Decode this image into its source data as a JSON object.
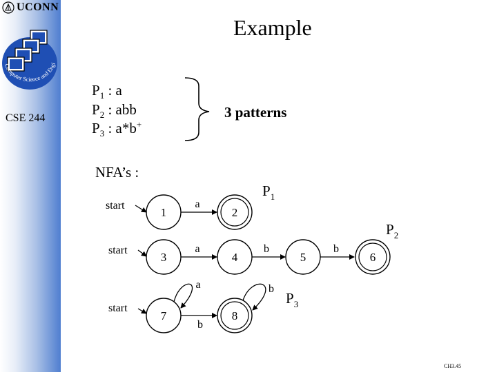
{
  "header": {
    "brand": "UCONN",
    "course": "CSE 244"
  },
  "logo": {
    "caption": "Computer Science and Engineering",
    "icon": "stacked-windows-icon"
  },
  "slide": {
    "title": "Example",
    "patterns": [
      {
        "name": "P",
        "sub": "1",
        "rest": " : a",
        "sup": ""
      },
      {
        "name": "P",
        "sub": "2",
        "rest": " : abb",
        "sup": ""
      },
      {
        "name": "P",
        "sub": "3",
        "rest": " : a*b",
        "sup": "+"
      }
    ],
    "patterns_label": "3 patterns",
    "nfa_heading": "NFA’s :",
    "slide_number": "CH3.45"
  },
  "nfa": {
    "start_label": "start",
    "p1": {
      "name": "P",
      "sub": "1"
    },
    "p2": {
      "name": "P",
      "sub": "2"
    },
    "p3": {
      "name": "P",
      "sub": "3"
    },
    "state_labels": [
      "1",
      "2",
      "3",
      "4",
      "5",
      "6",
      "7",
      "8"
    ],
    "edge_labels": {
      "e1_2": "a",
      "e3_4": "a",
      "e4_5": "b",
      "e5_6": "b",
      "loop7": "a",
      "e7_8": "b",
      "loop8": "b"
    }
  },
  "colors": {
    "sidebar_dark": "#4f7ed0",
    "logo_blue": "#1f4fb4"
  }
}
